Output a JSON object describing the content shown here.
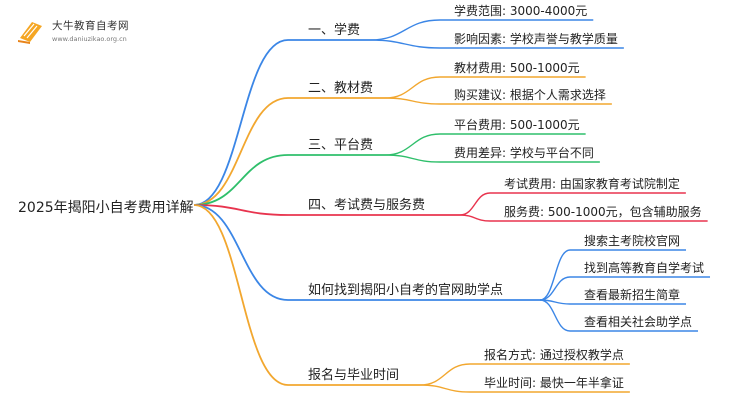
{
  "logo": {
    "title": "大牛教育自考网",
    "url": "www.daniuzikao.org.cn"
  },
  "root": {
    "label": "2025年揭阳小自考费用详解"
  },
  "branches": [
    {
      "label": "一、学费",
      "color": "#3b86e6",
      "children": [
        "学费范围: 3000-4000元",
        "影响因素: 学校声誉与教学质量"
      ]
    },
    {
      "label": "二、教材费",
      "color": "#f2a72f",
      "children": [
        "教材费用: 500-1000元",
        "购买建议: 根据个人需求选择"
      ]
    },
    {
      "label": "三、平台费",
      "color": "#2fbf6b",
      "children": [
        "平台费用: 500-1000元",
        "费用差异: 学校与平台不同"
      ]
    },
    {
      "label": "四、考试费与服务费",
      "color": "#e8344e",
      "children": [
        "考试费用: 由国家教育考试院制定",
        "服务费: 500-1000元，包含辅助服务"
      ]
    },
    {
      "label": "如何找到揭阳小自考的官网助学点",
      "color": "#3b86e6",
      "children": [
        "搜索主考院校官网",
        "找到高等教育自学考试",
        "查看最新招生简章",
        "查看相关社会助学点"
      ]
    },
    {
      "label": "报名与毕业时间",
      "color": "#f2a72f",
      "children": [
        "报名方式: 通过授权教学点",
        "毕业时间: 最快一年半拿证"
      ]
    }
  ]
}
